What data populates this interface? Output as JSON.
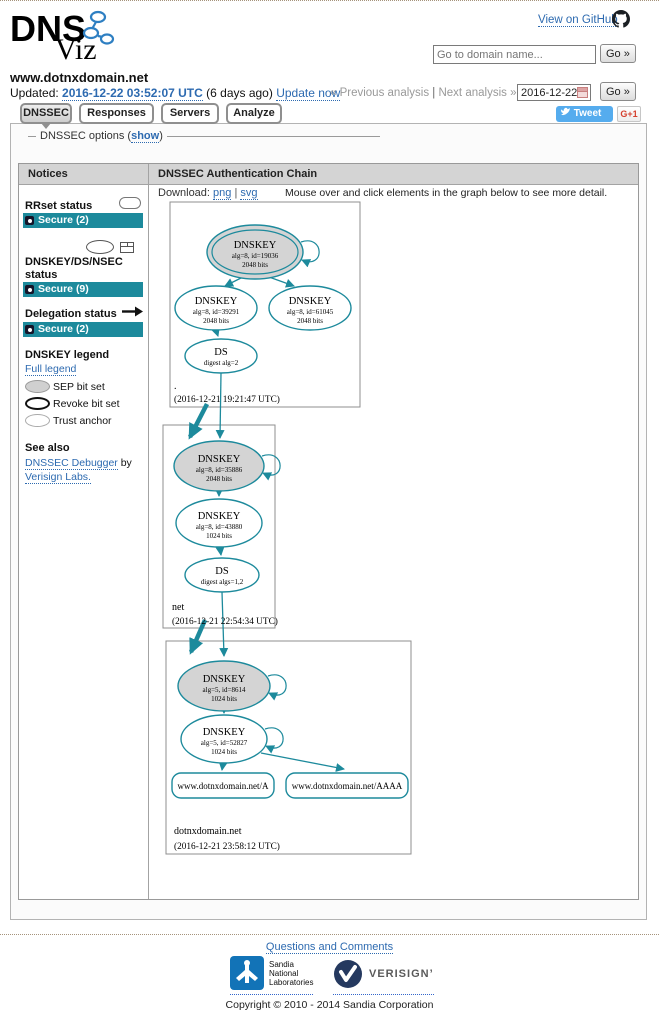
{
  "header": {
    "logo": {
      "dns": "DNS",
      "viz": "Viz"
    },
    "github_link": "View on GitHub",
    "search": {
      "placeholder": "Go to domain name...",
      "go": "Go »"
    }
  },
  "domain_bar": {
    "domain": "www.dotnxdomain.net",
    "updated_label": "Updated:",
    "updated_time": "2016-12-22 03:52:07 UTC",
    "age": "(6 days ago)",
    "update_now": "Update now",
    "prev": "« Previous analysis",
    "sep": "|",
    "next": "Next analysis »",
    "date_value": "2016-12-22",
    "go": "Go »"
  },
  "tabs": [
    {
      "label": "DNSSEC",
      "active": true
    },
    {
      "label": "Responses",
      "active": false
    },
    {
      "label": "Servers",
      "active": false
    },
    {
      "label": "Analyze",
      "active": false
    }
  ],
  "share": {
    "tweet": "Tweet",
    "gplus": "G+1"
  },
  "options": {
    "prefix": "DNSSEC options (",
    "show_link": "show",
    "suffix": ")"
  },
  "notices": {
    "title": "Notices",
    "sections": [
      {
        "title": "RRset status",
        "badge": "Secure (2)"
      },
      {
        "title": "DNSKEY/DS/NSEC status",
        "badge": "Secure (9)"
      },
      {
        "title": "Delegation status",
        "badge": "Secure (2)"
      }
    ],
    "legend": {
      "title": "DNSKEY legend",
      "full_legend": "Full legend",
      "items": [
        "SEP bit set",
        "Revoke bit set",
        "Trust anchor"
      ]
    },
    "see_also": {
      "title": "See also",
      "link1": "DNSSEC Debugger",
      "by": "by",
      "link2": "Verisign Labs."
    }
  },
  "chain": {
    "title": "DNSSEC Authentication Chain",
    "download_label": "Download:",
    "png_link": "png",
    "divider": "|",
    "svg_link": "svg",
    "hint": "Mouse over and click elements in the graph below to see more detail.",
    "zones": [
      {
        "name": ".",
        "timestamp": "(2016-12-21 19:21:47 UTC)",
        "ksk": {
          "l1": "DNSKEY",
          "l2": "alg=8, id=19036",
          "l3": "2048 bits"
        },
        "zsk1": {
          "l1": "DNSKEY",
          "l2": "alg=8, id=39291",
          "l3": "2048 bits"
        },
        "zsk2": {
          "l1": "DNSKEY",
          "l2": "alg=8, id=61045",
          "l3": "2048 bits"
        },
        "ds": {
          "l1": "DS",
          "l2": "digest alg=2"
        }
      },
      {
        "name": "net",
        "timestamp": "(2016-12-21 22:54:34 UTC)",
        "ksk": {
          "l1": "DNSKEY",
          "l2": "alg=8, id=35886",
          "l3": "2048 bits"
        },
        "zsk": {
          "l1": "DNSKEY",
          "l2": "alg=8, id=43880",
          "l3": "1024 bits"
        },
        "ds": {
          "l1": "DS",
          "l2": "digest algs=1,2"
        }
      },
      {
        "name": "dotnxdomain.net",
        "timestamp": "(2016-12-21 23:58:12 UTC)",
        "ksk": {
          "l1": "DNSKEY",
          "l2": "alg=5, id=8614",
          "l3": "1024 bits"
        },
        "zsk": {
          "l1": "DNSKEY",
          "l2": "alg=5, id=52827",
          "l3": "1024 bits"
        },
        "rrset_a": "www.dotnxdomain.net/A",
        "rrset_aaaa": "www.dotnxdomain.net/AAAA"
      }
    ]
  },
  "footer": {
    "questions": "Questions and Comments",
    "sandia_lines": [
      "Sandia",
      "National",
      "Laboratories"
    ],
    "verisign": "VERISIGN’",
    "copyright": "Copyright © 2010 - 2014 Sandia Corporation"
  },
  "icons": {
    "logo": "dnsviz-logo",
    "github": "github-icon",
    "calendar": "calendar-icon",
    "twitter": "twitter-bird-icon",
    "secure_dot": "status-dot-icon",
    "rrset_shape": "rrset-node-shape-icon",
    "node_shape": "dnskey-node-shape-icon",
    "record": "record-icon",
    "delegation_arrow": "delegation-arrow-icon",
    "sandia": "sandia-logo",
    "verisign": "verisign-logo"
  },
  "colors": {
    "secure_teal": "#1d8a9c",
    "link_blue": "#2d6ab0",
    "tweet_blue": "#55acee",
    "gplus_red": "#d4402e",
    "logo_blue": "#2e7fc2",
    "sandia_blue": "#1273b7",
    "verisign_navy": "#25395f"
  }
}
